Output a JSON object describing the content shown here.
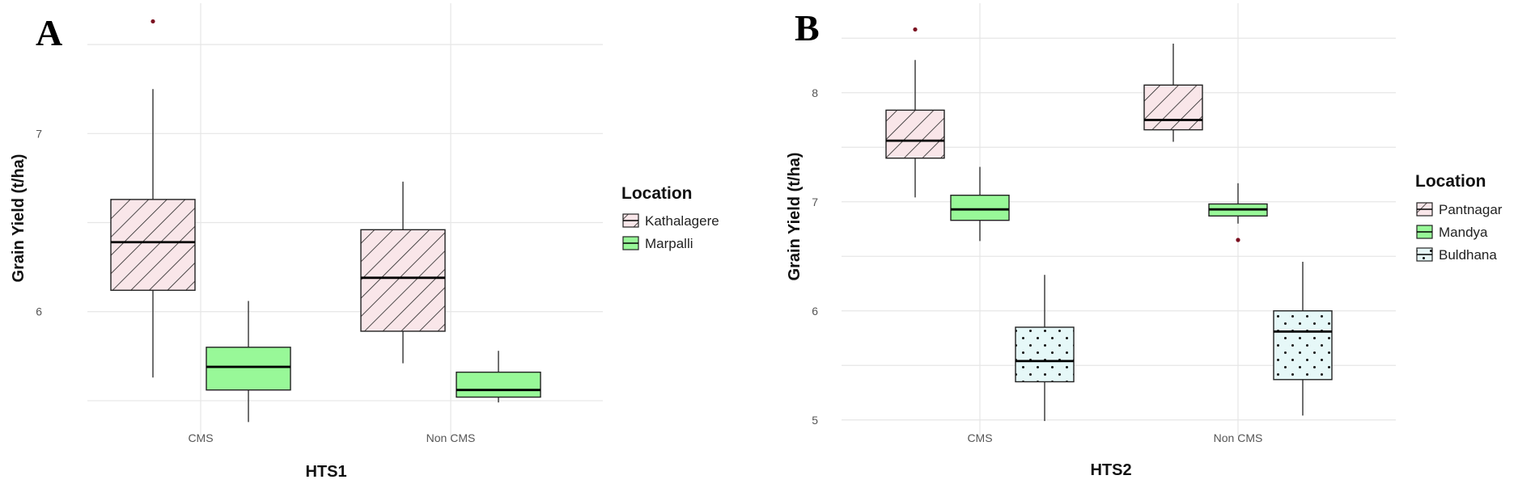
{
  "colors": {
    "hatch_fill": "#f9e6e9",
    "green_fill": "#98f898",
    "dots_fill": "#e6f8f8",
    "outlier": "#7b1020",
    "grid": "#e6e6e6"
  },
  "chart_data": [
    {
      "panel_label": "A",
      "type": "box",
      "xlabel": "HTS1",
      "ylabel": "Grain Yield (t/ha)",
      "categories": [
        "CMS",
        "Non CMS"
      ],
      "ylim": [
        5.3,
        7.75
      ],
      "yticks": [
        6,
        7
      ],
      "grid": true,
      "legend": {
        "title": "Location",
        "position": "right"
      },
      "series": [
        {
          "name": "Kathalagere",
          "fill": "hatch",
          "boxes": [
            {
              "category": "CMS",
              "min": 5.63,
              "q1": 6.12,
              "median": 6.39,
              "q3": 6.63,
              "max": 7.25,
              "outliers": [
                7.63
              ]
            },
            {
              "category": "Non CMS",
              "min": 5.71,
              "q1": 5.89,
              "median": 6.19,
              "q3": 6.46,
              "max": 6.73,
              "outliers": []
            }
          ]
        },
        {
          "name": "Marpalli",
          "fill": "green",
          "boxes": [
            {
              "category": "CMS",
              "min": 5.38,
              "q1": 5.56,
              "median": 5.69,
              "q3": 5.8,
              "max": 6.06,
              "outliers": []
            },
            {
              "category": "Non CMS",
              "min": 5.49,
              "q1": 5.52,
              "median": 5.56,
              "q3": 5.66,
              "max": 5.78,
              "outliers": []
            }
          ]
        }
      ]
    },
    {
      "panel_label": "B",
      "type": "box",
      "xlabel": "HTS2",
      "ylabel": "Grain Yield (t/ha)",
      "categories": [
        "CMS",
        "Non CMS"
      ],
      "ylim": [
        4.85,
        8.85
      ],
      "yticks": [
        5,
        6,
        7,
        8
      ],
      "grid": true,
      "legend": {
        "title": "Location",
        "position": "right"
      },
      "series": [
        {
          "name": "Pantnagar",
          "fill": "hatch",
          "boxes": [
            {
              "category": "CMS",
              "min": 7.04,
              "q1": 7.4,
              "median": 7.56,
              "q3": 7.84,
              "max": 8.3,
              "outliers": [
                8.58
              ]
            },
            {
              "category": "Non CMS",
              "min": 7.55,
              "q1": 7.66,
              "median": 7.75,
              "q3": 8.07,
              "max": 8.45,
              "outliers": []
            }
          ]
        },
        {
          "name": "Mandya",
          "fill": "green",
          "boxes": [
            {
              "category": "CMS",
              "min": 6.64,
              "q1": 6.83,
              "median": 6.93,
              "q3": 7.06,
              "max": 7.32,
              "outliers": []
            },
            {
              "category": "Non CMS",
              "min": 6.8,
              "q1": 6.87,
              "median": 6.93,
              "q3": 6.98,
              "max": 7.17,
              "outliers": [
                6.65
              ]
            }
          ]
        },
        {
          "name": "Buldhana",
          "fill": "dots",
          "boxes": [
            {
              "category": "CMS",
              "min": 4.99,
              "q1": 5.35,
              "median": 5.54,
              "q3": 5.85,
              "max": 6.33,
              "outliers": []
            },
            {
              "category": "Non CMS",
              "min": 5.04,
              "q1": 5.37,
              "median": 5.81,
              "q3": 6.0,
              "max": 6.45,
              "outliers": []
            }
          ]
        }
      ]
    }
  ]
}
